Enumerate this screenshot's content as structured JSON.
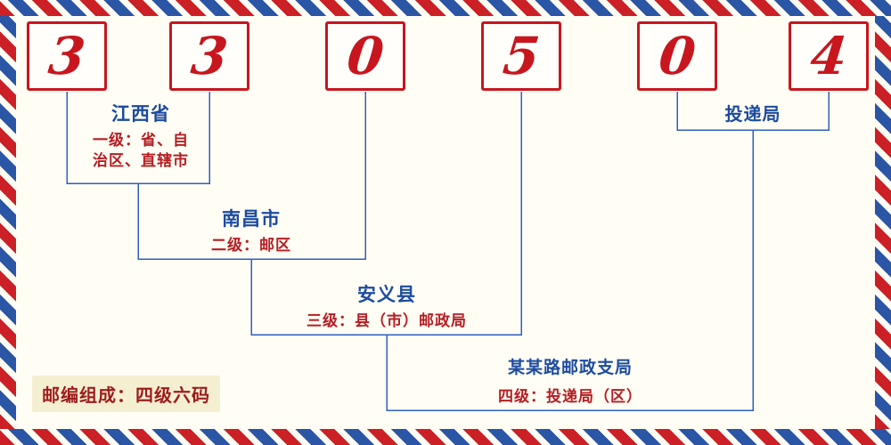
{
  "postal_code": {
    "digits": [
      "3",
      "3",
      "0",
      "5",
      "0",
      "4"
    ]
  },
  "levels": [
    {
      "region": "江西省",
      "desc_lines": [
        "一级：省、自",
        "治区、直辖市"
      ]
    },
    {
      "region": "南昌市",
      "desc_lines": [
        "二级：邮区"
      ]
    },
    {
      "region": "安义县",
      "desc_lines": [
        "三级：县（市）邮政局"
      ]
    },
    {
      "region": "某某路邮政支局",
      "desc_lines": [
        "四级：投递局（区）"
      ]
    }
  ],
  "delivery_label": "投递局",
  "note": "邮编组成：四级六码",
  "colors": {
    "digit_red": "#c8161e",
    "box_border_red": "#c8161e",
    "region_blue": "#1c4ba0",
    "desc_red": "#b51d22",
    "line_blue": "#2f5fc0",
    "stripe_red": "#cb2026",
    "stripe_blue": "#2b55a5",
    "background": "#fffdf4",
    "note_bg": "#f5efd2",
    "note_text": "#9e1c1c"
  }
}
